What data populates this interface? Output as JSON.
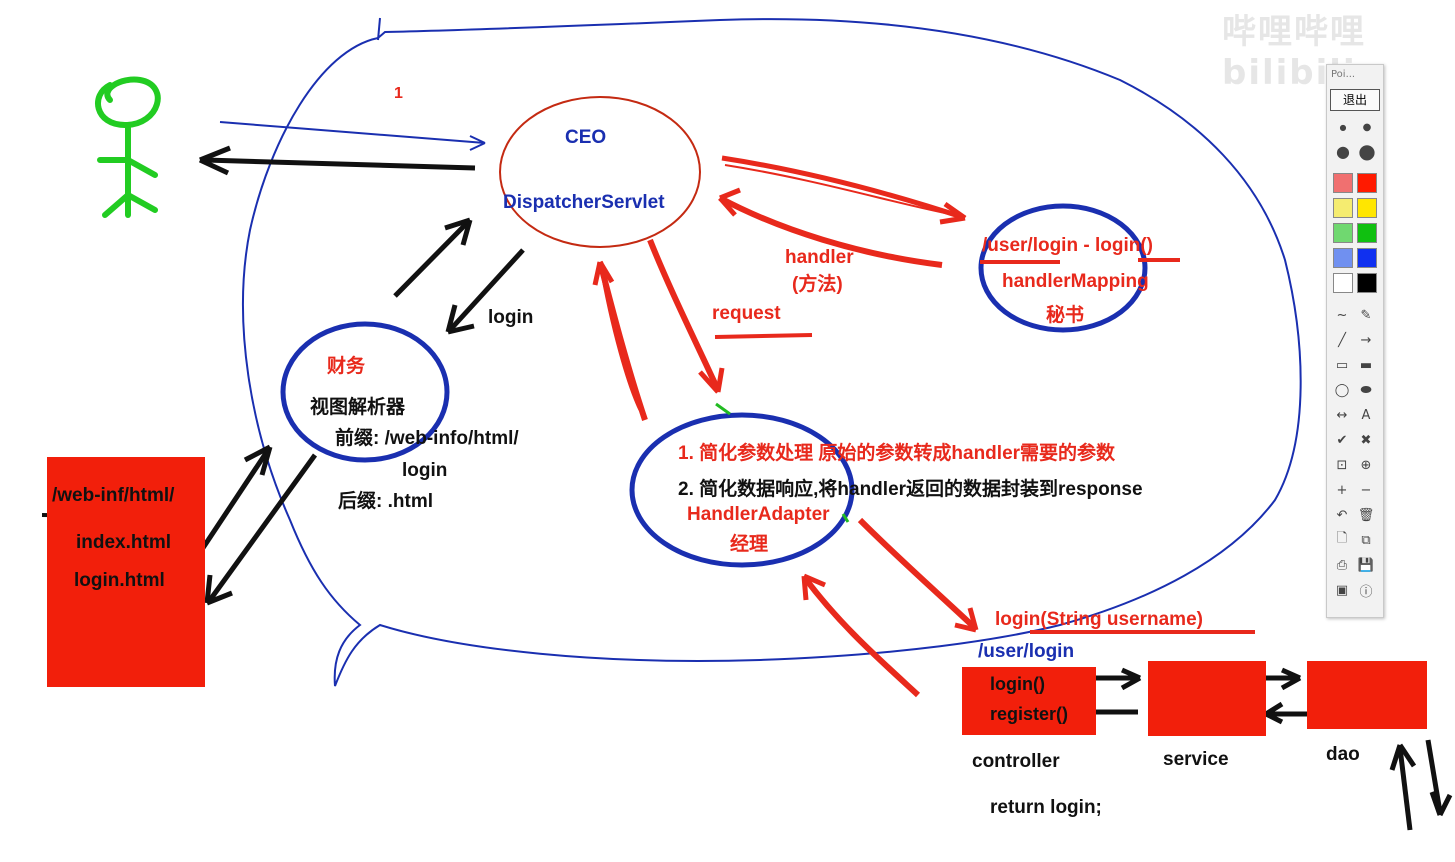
{
  "watermark": "哔哩哔哩 bilibili",
  "labels": {
    "step_number": "1",
    "ceo": "CEO",
    "dispatcher": "DispatcherServlet",
    "login_arrow": "login",
    "handler": "handler",
    "handler_method": "(方法)",
    "request": "request",
    "mapping_url": "/user/login  - login()",
    "handler_mapping": "handlerMapping",
    "secretary": "秘书",
    "finance": "财务",
    "view_resolver": "视图解析器",
    "prefix": "前缀: /web-info/html/",
    "prefix_login": "login",
    "suffix": "后缀: .html",
    "adapter_point1": "1. 简化参数处理 原始的参数转成handler需要的参数",
    "adapter_point2": "2. 简化数据响应,将handler返回的数据封装到response",
    "handler_adapter": "HandlerAdapter",
    "manager": "经理",
    "web_inf": "/web-inf/html/",
    "index_html": "index.html",
    "login_html": "login.html",
    "login_signature": "login(String username)",
    "user_login": "/user/login",
    "login_call": "login()",
    "register_call": "register()",
    "controller": "controller",
    "service": "service",
    "dao": "dao",
    "return_login": "return login;"
  },
  "toolbar": {
    "title": "Poi...",
    "exit": "退出",
    "colors": [
      "#f07070",
      "#ff1a00",
      "#f5ec70",
      "#ffe600",
      "#70d870",
      "#10c010",
      "#7090f0",
      "#1030f0",
      "#ffffff",
      "#000000"
    ],
    "tools": [
      "~",
      "✎",
      "╱",
      "→",
      "▭",
      "▬",
      "◯",
      "⬬",
      "↔",
      "A",
      "✔",
      "✖",
      "⊡",
      "⊕",
      "+",
      "−",
      "↶",
      "🗑",
      "🗋",
      "⧉",
      "⎙",
      "💾",
      "▣",
      "ⓘ"
    ]
  }
}
